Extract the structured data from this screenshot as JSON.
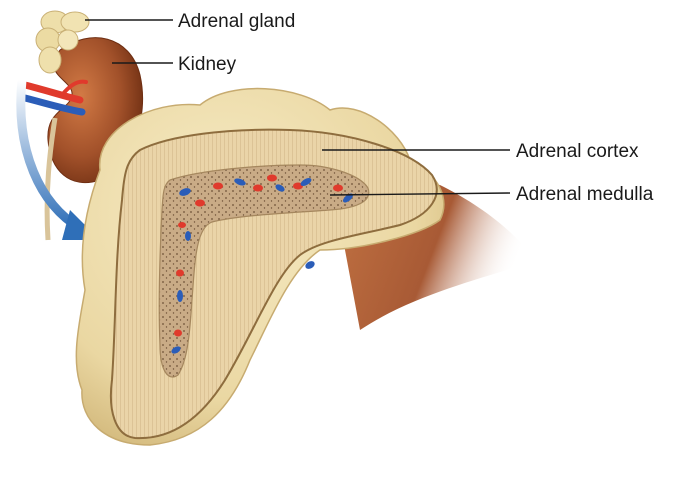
{
  "labels": {
    "adrenal_gland": "Adrenal gland",
    "kidney": "Kidney",
    "adrenal_cortex": "Adrenal cortex",
    "adrenal_medulla": "Adrenal medulla"
  },
  "colors": {
    "fat": "#ecdcaa",
    "fat_shadow": "#d9c48a",
    "cortex": "#e9d3a7",
    "cortex_striation": "#c8ab78",
    "medulla": "#c9ab86",
    "medulla_dots": "#6e5238",
    "kidney": "#a2512a",
    "kidney_dark": "#7a3415",
    "background_tissue": "#a85a35",
    "vessel_red": "#e03a2c",
    "vessel_blue": "#2b5db8",
    "arrow_blue": "#3a78c0"
  }
}
